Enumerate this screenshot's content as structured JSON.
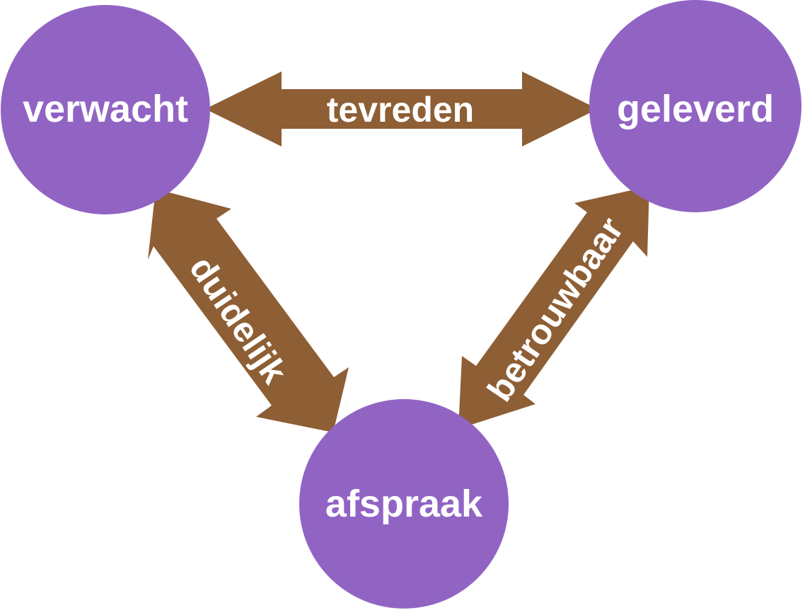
{
  "colors": {
    "node": "#9164c4",
    "arrow": "#8e5e34",
    "text": "#ffffff",
    "background": "#ffffff"
  },
  "nodes": {
    "verwacht": "verwacht",
    "geleverd": "geleverd",
    "afspraak": "afspraak"
  },
  "arrows": {
    "top": "tevreden",
    "left": "duidelijk",
    "right": "betrouwbaar"
  }
}
